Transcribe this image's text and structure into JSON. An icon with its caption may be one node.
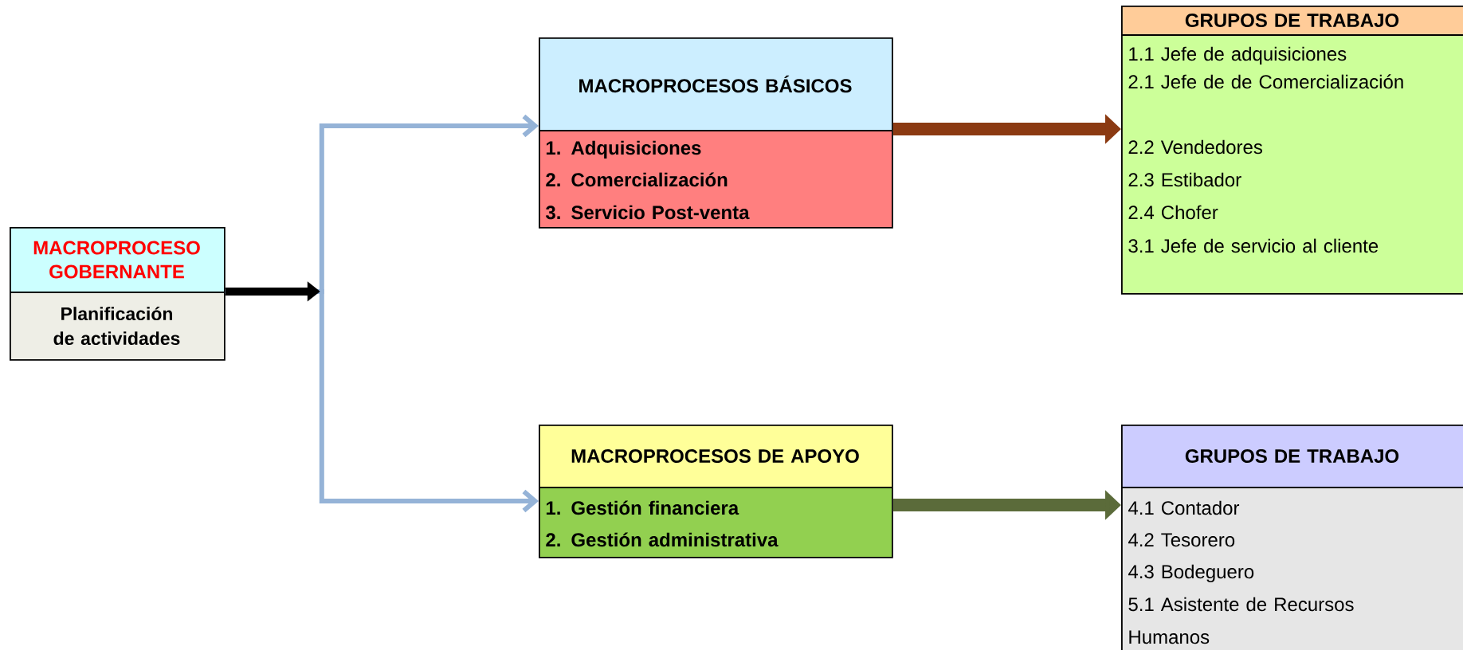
{
  "diagram": {
    "nodes": [
      {
        "text": [
          "MACROPROCESO GOBERNANTE",
          "Planificación de actividades"
        ]
      },
      {
        "text": [
          "MACROPROCESOS BÁSICOS",
          "1. Adquisiciones",
          "2. Comercialización",
          "3. Servicio Post-venta"
        ]
      },
      {
        "text": [
          "GRUPOS DE TRABAJO",
          "1.1 Jefe de adquisiciones",
          "2.1 Jefe de de Comercialización",
          "2.2 Vendedores",
          "2.3 Estibador",
          "2.4 Chofer",
          "3.1 Jefe de servicio al cliente"
        ]
      },
      {
        "text": [
          "MACROPROCESOS DE APOYO",
          "1. Gestión financiera",
          "2. Gestión administrativa"
        ]
      },
      {
        "text": [
          "GRUPOS DE TRABAJO",
          "4.1 Contador",
          "4.2 Tesorero",
          "4.3 Bodeguero",
          "5.1 Asistente de Recursos Humanos"
        ]
      }
    ],
    "edges": [
      {
        "from": 0,
        "to": 1,
        "arrow": "to",
        "color": "#95b3d7"
      },
      {
        "from": 0,
        "to": 3,
        "arrow": "to",
        "color": "#95b3d7"
      },
      {
        "from": 1,
        "to": 2,
        "arrow": "to",
        "style": "thick",
        "color": "#8b3a12"
      },
      {
        "from": 3,
        "to": 4,
        "arrow": "to",
        "style": "thick",
        "color": "#5b6b3a"
      }
    ]
  }
}
